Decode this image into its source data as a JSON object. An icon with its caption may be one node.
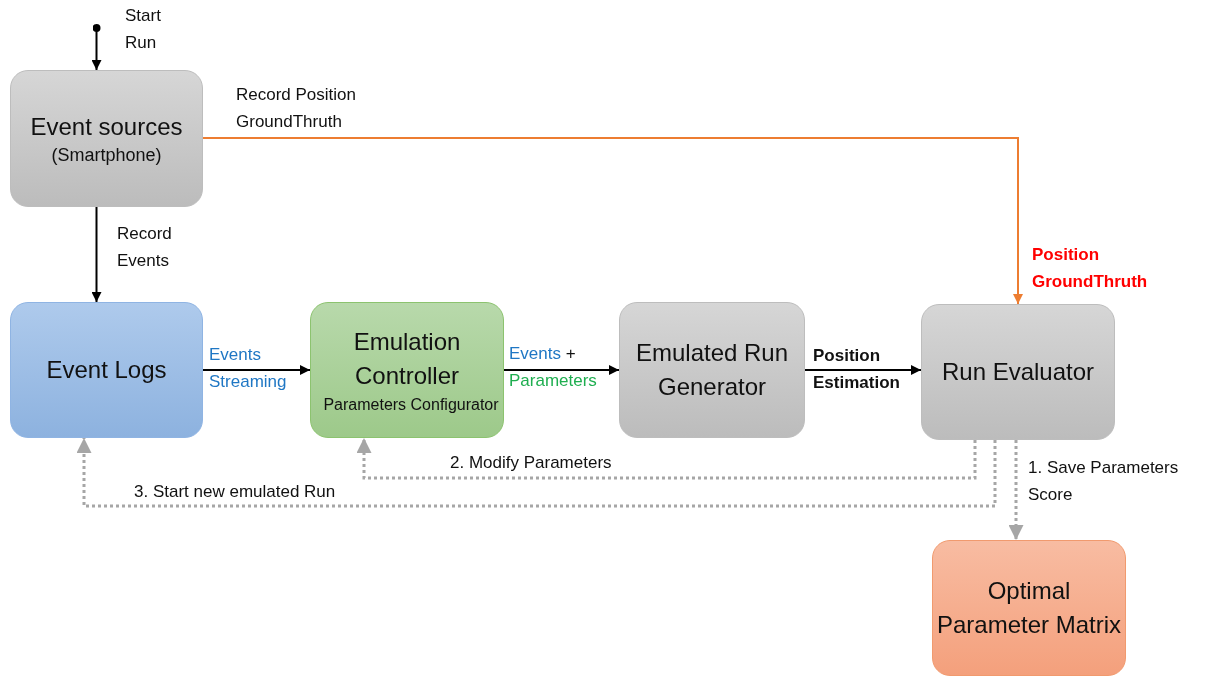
{
  "diagram": {
    "nodes": [
      {
        "text": [
          "Event sources",
          "(Smartphone)"
        ]
      },
      {
        "text": [
          "Event Logs"
        ]
      },
      {
        "text": [
          "Emulation Controller",
          "Parameters Configurator"
        ]
      },
      {
        "text": [
          "Emulated Run Generator"
        ]
      },
      {
        "text": [
          "Run Evaluator"
        ]
      },
      {
        "text": [
          "Optimal Parameter Matrix"
        ]
      }
    ],
    "edges": [
      {
        "from": null,
        "to": 0,
        "arrow": "to",
        "label": "Start Run"
      },
      {
        "from": 0,
        "to": 1,
        "arrow": "to",
        "label": "Record Events"
      },
      {
        "from": 0,
        "to": 4,
        "arrow": "to",
        "label": "Record Position GroundThruth",
        "color": "#ed7d31"
      },
      {
        "from": 1,
        "to": 2,
        "arrow": "to",
        "label": "Events Streaming"
      },
      {
        "from": 2,
        "to": 3,
        "arrow": "to",
        "label": "Events + Parameters"
      },
      {
        "from": 3,
        "to": 4,
        "arrow": "to",
        "label": "Position Estimation"
      },
      {
        "from": 4,
        "to": 5,
        "arrow": "to",
        "label": "1. Save Parameters Score",
        "style": "dashed",
        "color": "#a6a6a6"
      },
      {
        "from": 4,
        "to": 2,
        "arrow": "to",
        "label": "2. Modify Parameters",
        "style": "dashed",
        "color": "#a6a6a6"
      },
      {
        "from": 4,
        "to": 1,
        "arrow": "to",
        "label": "3. Start new emulated Run",
        "style": "dashed",
        "color": "#a6a6a6"
      }
    ],
    "labels": [
      "Position GroundThruth"
    ]
  }
}
